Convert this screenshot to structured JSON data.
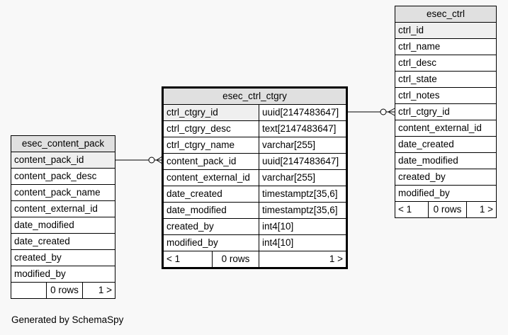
{
  "tables": {
    "ctrl": {
      "name": "esec_ctrl",
      "columns": [
        "ctrl_id",
        "ctrl_name",
        "ctrl_desc",
        "ctrl_state",
        "ctrl_notes",
        "ctrl_ctgry_id",
        "content_external_id",
        "date_created",
        "date_modified",
        "created_by",
        "modified_by"
      ],
      "footer": {
        "left": "< 1",
        "mid": "0 rows",
        "right": "1 >"
      }
    },
    "ctgry": {
      "name": "esec_ctrl_ctgry",
      "columns": [
        {
          "name": "ctrl_ctgry_id",
          "type": "uuid[2147483647]"
        },
        {
          "name": "ctrl_ctgry_desc",
          "type": "text[2147483647]"
        },
        {
          "name": "ctrl_ctgry_name",
          "type": "varchar[255]"
        },
        {
          "name": "content_pack_id",
          "type": "uuid[2147483647]"
        },
        {
          "name": "content_external_id",
          "type": "varchar[255]"
        },
        {
          "name": "date_created",
          "type": "timestamptz[35,6]"
        },
        {
          "name": "date_modified",
          "type": "timestamptz[35,6]"
        },
        {
          "name": "created_by",
          "type": "int4[10]"
        },
        {
          "name": "modified_by",
          "type": "int4[10]"
        }
      ],
      "footer": {
        "left": "< 1",
        "mid": "0 rows",
        "right": "1 >"
      }
    },
    "pack": {
      "name": "esec_content_pack",
      "columns": [
        "content_pack_id",
        "content_pack_desc",
        "content_pack_name",
        "content_external_id",
        "date_modified",
        "date_created",
        "created_by",
        "modified_by"
      ],
      "footer": {
        "left": "",
        "mid": "0 rows",
        "right": "1 >"
      }
    }
  },
  "generated_by": "Generated by SchemaSpy"
}
